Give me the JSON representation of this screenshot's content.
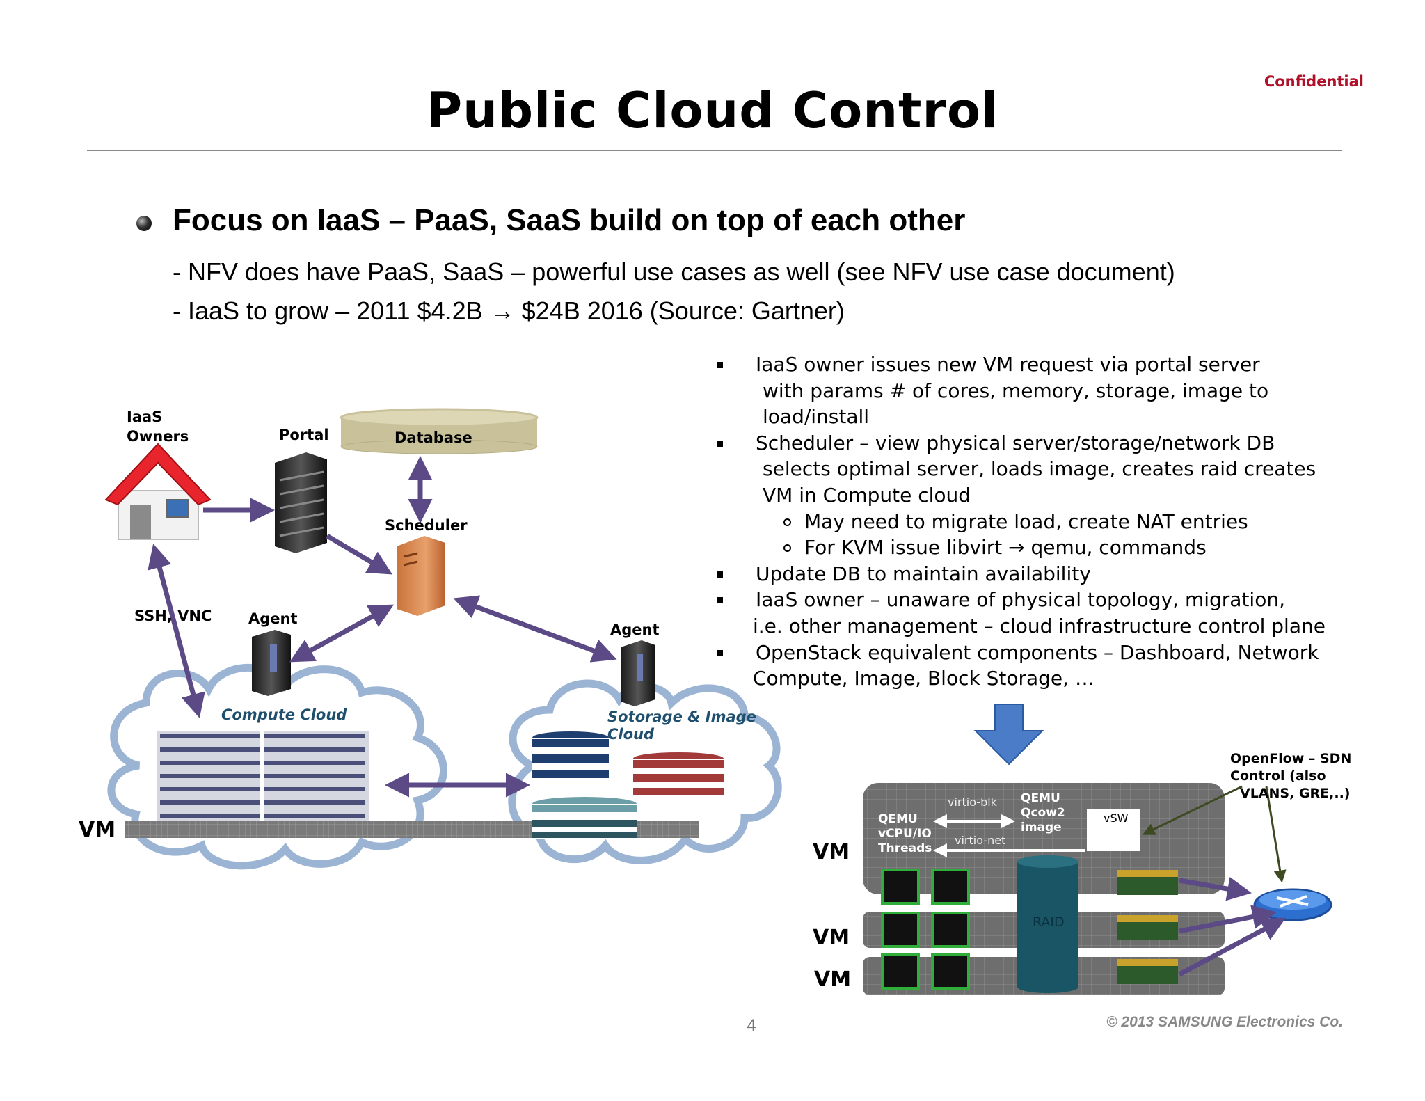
{
  "header": {
    "title": "Public Cloud Control",
    "confidential": "Confidential"
  },
  "main_bullet": "Focus on IaaS – PaaS, SaaS build on top of each other",
  "sub_bullets": [
    "-  NFV does have PaaS, SaaS – powerful use cases as well (see NFV use case document)",
    "-  IaaS to grow – 2011 $4.2B → $24B 2016 (Source: Gartner)"
  ],
  "right_list": {
    "item1": [
      "IaaS owner issues new VM request via portal server",
      "with params # of cores, memory, storage, image to",
      "load/install"
    ],
    "item2": [
      "Scheduler – view physical server/storage/network DB",
      "selects optimal server, loads image, creates raid creates",
      "VM in Compute cloud"
    ],
    "item2_sub": [
      "May need to migrate load, create NAT entries",
      "For KVM issue libvirt → qemu, commands"
    ],
    "item3": "Update DB to maintain availability",
    "item4": [
      "IaaS owner – unaware of physical topology, migration,",
      "i.e. other management – cloud infrastructure control plane"
    ],
    "item5": [
      "OpenStack equivalent components – Dashboard, Network",
      "Compute, Image, Block Storage, …"
    ]
  },
  "left_diagram": {
    "iaas_owners": [
      "IaaS",
      "Owners"
    ],
    "portal": "Portal",
    "database": "Database",
    "scheduler": "Scheduler",
    "ssh_vnc": "SSH, VNC",
    "agent_left": "Agent",
    "agent_right": "Agent",
    "compute_cloud": "Compute Cloud",
    "storage_cloud": [
      "Sotorage & Image",
      "Cloud"
    ],
    "vm": "VM"
  },
  "right_diagram": {
    "openflow": [
      "OpenFlow – SDN",
      "Control (also",
      "VLANS, GRE,..)"
    ],
    "virtio_blk": "virtio-blk",
    "virtio_net": "virtio-net",
    "qemu_left": [
      "QEMU",
      "vCPU/IO",
      "Threads"
    ],
    "qemu_right": [
      "QEMU",
      "Qcow2",
      "image"
    ],
    "vsw": "vSW",
    "raid": "RAID",
    "vm_labels": [
      "VM",
      "VM",
      "VM"
    ]
  },
  "footer": {
    "page_number": "4",
    "copyright": "© 2013 SAMSUNG Electronics Co."
  },
  "colors": {
    "arrow_purple": "#5b4a86",
    "cloud_outline": "#9bb4d3",
    "confidential_red": "#b0102a",
    "down_arrow_blue": "#4a7cc7"
  }
}
